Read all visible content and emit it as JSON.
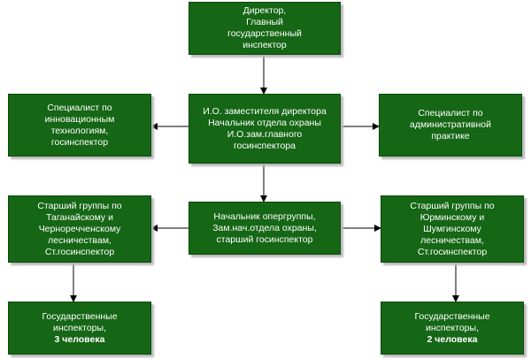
{
  "nodes": {
    "director": "Директор,\nГлавный\nгосударственный\nинспектор",
    "deputy": "И.О. заместителя директора\nНачальник отдела охраны\nИ.О.зам.главного\nгосинспектора",
    "innovation": "Специалист по\nинновационным\nтехнологиям,\nгосинспектор",
    "admin": "Специалист по\nадминистративной\nпрактике",
    "opgroup": "Начальник опергруппы,\nЗам.нач.отдела охраны,\nстарший госинспектор",
    "taganay": "Старший группы по\nТаганайскому и\nЧерноречченскому\nлесничествам,\nСт.госинспектор",
    "yurma": "Старший группы по\nЮрминскому и\nШумгинскому\nлесничествам,\nСт.госинспектор",
    "inspectors_left": {
      "line": "Государственные\nинспекторы,",
      "count": "3 человека"
    },
    "inspectors_right": {
      "line": "Государственные\nинспекторы,",
      "count": "2 человека"
    }
  },
  "colors": {
    "box_fill": "#156615",
    "text": "#ffffff",
    "arrow": "#000000"
  }
}
